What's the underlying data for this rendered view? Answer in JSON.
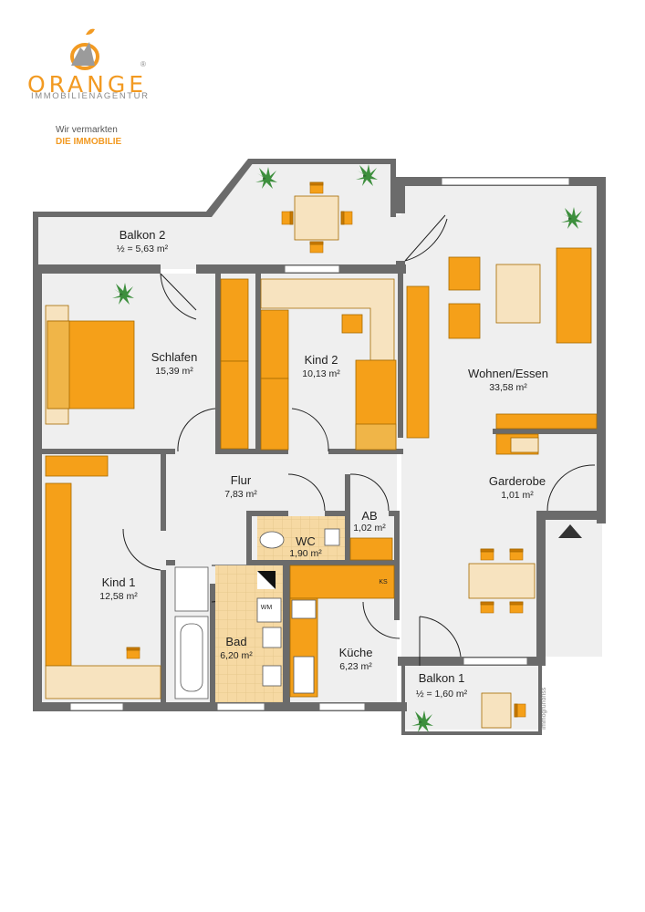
{
  "brand": {
    "name": "ORANGE",
    "registered": "®",
    "subtitle": "IMMOBILIENAGENTUR",
    "tagline_line1": "Wir vermarkten",
    "tagline_line2": "DIE IMMOBILIE",
    "color": "#f29a22"
  },
  "colors": {
    "wall": "#6b6b6b",
    "floor": "#efefef",
    "furniture": "#f5a019",
    "furniture_light": "#f7e3bf",
    "tile": "#f6d9a3"
  },
  "rooms": {
    "balkon2": {
      "name": "Balkon 2",
      "area": "½ = 5,63 m²"
    },
    "schlafen": {
      "name": "Schlafen",
      "area": "15,39 m²"
    },
    "kind2": {
      "name": "Kind 2",
      "area": "10,13 m²"
    },
    "wohnen": {
      "name": "Wohnen/Essen",
      "area": "33,58 m²"
    },
    "flur": {
      "name": "Flur",
      "area": "7,83 m²"
    },
    "ab": {
      "name": "AB",
      "area": "1,02 m²"
    },
    "wc": {
      "name": "WC",
      "area": "1,90 m²"
    },
    "garderobe": {
      "name": "Garderobe",
      "area": "1,01 m²"
    },
    "kind1": {
      "name": "Kind 1",
      "area": "12,58 m²"
    },
    "bad": {
      "name": "Bad",
      "area": "6,20 m²"
    },
    "kueche": {
      "name": "Küche",
      "area": "6,23 m²"
    },
    "balkon1": {
      "name": "Balkon 1",
      "area": "½ = 1,60 m²"
    }
  },
  "appliances": {
    "wm": "WM",
    "ks": "KS"
  },
  "watermark": "Immogrundriss"
}
